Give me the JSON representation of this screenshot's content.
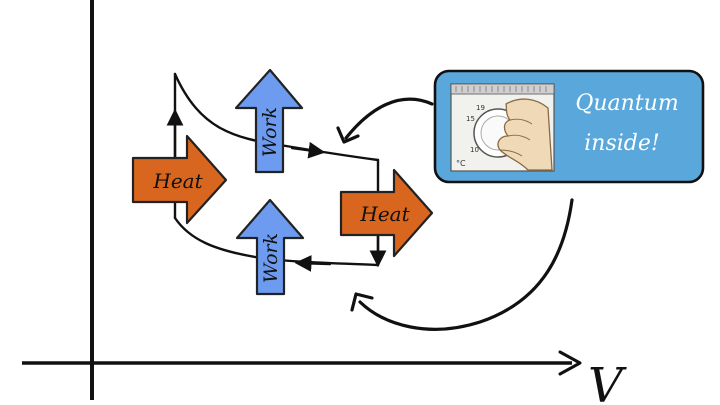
{
  "axis": {
    "x_label": "V"
  },
  "arrows": {
    "heat_left": "Heat",
    "heat_right": "Heat",
    "work_top": "Work",
    "work_bottom": "Work"
  },
  "callout": {
    "title_line1": "Quantum",
    "title_line2": "inside!"
  },
  "thermostat": {
    "ticks": [
      "19",
      "15",
      "10"
    ],
    "unit": "°C"
  },
  "colors": {
    "heat": "#d9661f",
    "work": "#6d9bef",
    "callout_bg": "#5aa7dc",
    "ink": "#111111"
  }
}
